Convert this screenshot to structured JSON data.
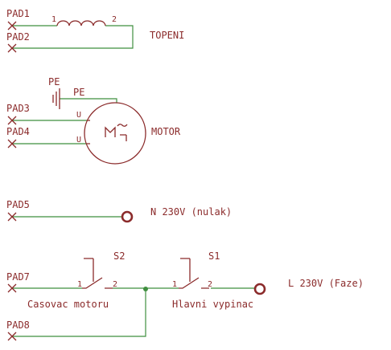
{
  "pads": [
    {
      "id": "pad1",
      "label": "PAD1"
    },
    {
      "id": "pad2",
      "label": "PAD2"
    },
    {
      "id": "pad3",
      "label": "PAD3"
    },
    {
      "id": "pad4",
      "label": "PAD4"
    },
    {
      "id": "pad5",
      "label": "PAD5"
    },
    {
      "id": "pad7",
      "label": "PAD7"
    },
    {
      "id": "pad8",
      "label": "PAD8"
    }
  ],
  "heater": {
    "name": "TOPENI",
    "pin1": "1",
    "pin2": "2"
  },
  "motor": {
    "name": "MOTOR",
    "pin_label": "U",
    "ground_label": "PE",
    "ground_net": "PE"
  },
  "neutral": {
    "label": "N 230V (nulak)"
  },
  "phase": {
    "label": "L 230V (Faze)"
  },
  "switches": [
    {
      "id": "s2",
      "name": "S2",
      "pin1": "1",
      "pin2": "2",
      "description": "Casovac motoru"
    },
    {
      "id": "s1",
      "name": "S1",
      "pin1": "1",
      "pin2": "2",
      "description": "Hlavni vypinac"
    }
  ],
  "colors": {
    "wire": "#3f8f3f",
    "part": "#8b2b2b"
  }
}
